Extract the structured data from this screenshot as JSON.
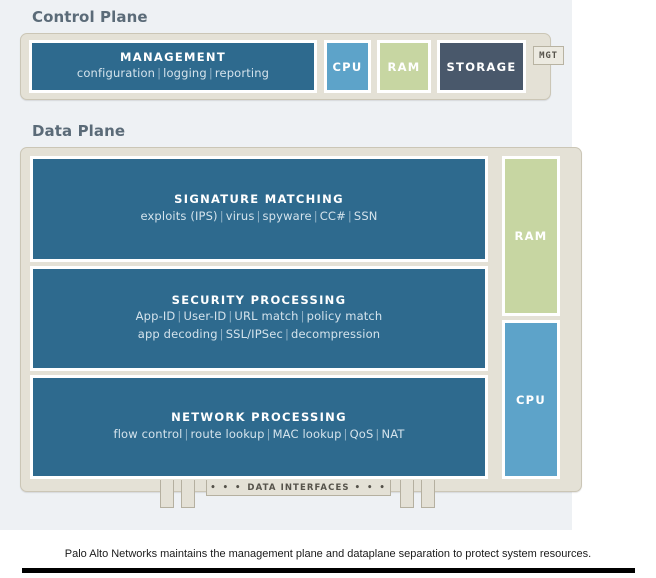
{
  "colors": {
    "panel_bg": "#eef1f4",
    "plane_container": "#e4e1d6",
    "block_blue": "#2e6a8e",
    "block_cyan": "#5da3c9",
    "block_green": "#c7d6a2",
    "block_slate": "#49586b",
    "title_text": "#5b6b78"
  },
  "control_plane": {
    "title": "Control Plane",
    "management": {
      "title": "MANAGEMENT",
      "items": [
        "configuration",
        "logging",
        "reporting"
      ]
    },
    "resources": [
      {
        "label": "CPU",
        "color": "#5da3c9"
      },
      {
        "label": "RAM",
        "color": "#c7d6a2"
      },
      {
        "label": "STORAGE",
        "color": "#49586b"
      }
    ],
    "mgt_port": "MGT"
  },
  "data_plane": {
    "title": "Data Plane",
    "blocks": [
      {
        "title": "SIGNATURE MATCHING",
        "lines": [
          [
            "exploits (IPS)",
            "virus",
            "spyware",
            "CC#",
            "SSN"
          ]
        ]
      },
      {
        "title": "SECURITY PROCESSING",
        "lines": [
          [
            "App-ID",
            "User-ID",
            "URL match",
            "policy match"
          ],
          [
            "app decoding",
            "SSL/IPSec",
            "decompression"
          ]
        ]
      },
      {
        "title": "NETWORK PROCESSING",
        "lines": [
          [
            "flow control",
            "route lookup",
            "MAC lookup",
            "QoS",
            "NAT"
          ]
        ]
      }
    ],
    "resources": [
      {
        "label": "RAM",
        "color": "#c7d6a2"
      },
      {
        "label": "CPU",
        "color": "#5da3c9"
      }
    ],
    "interfaces": {
      "label": "DATA INTERFACES",
      "left_dots": "• • •",
      "right_dots": "• • •",
      "port_count": 4
    }
  },
  "caption": "Palo Alto Networks maintains the management plane and dataplane separation to protect system resources."
}
